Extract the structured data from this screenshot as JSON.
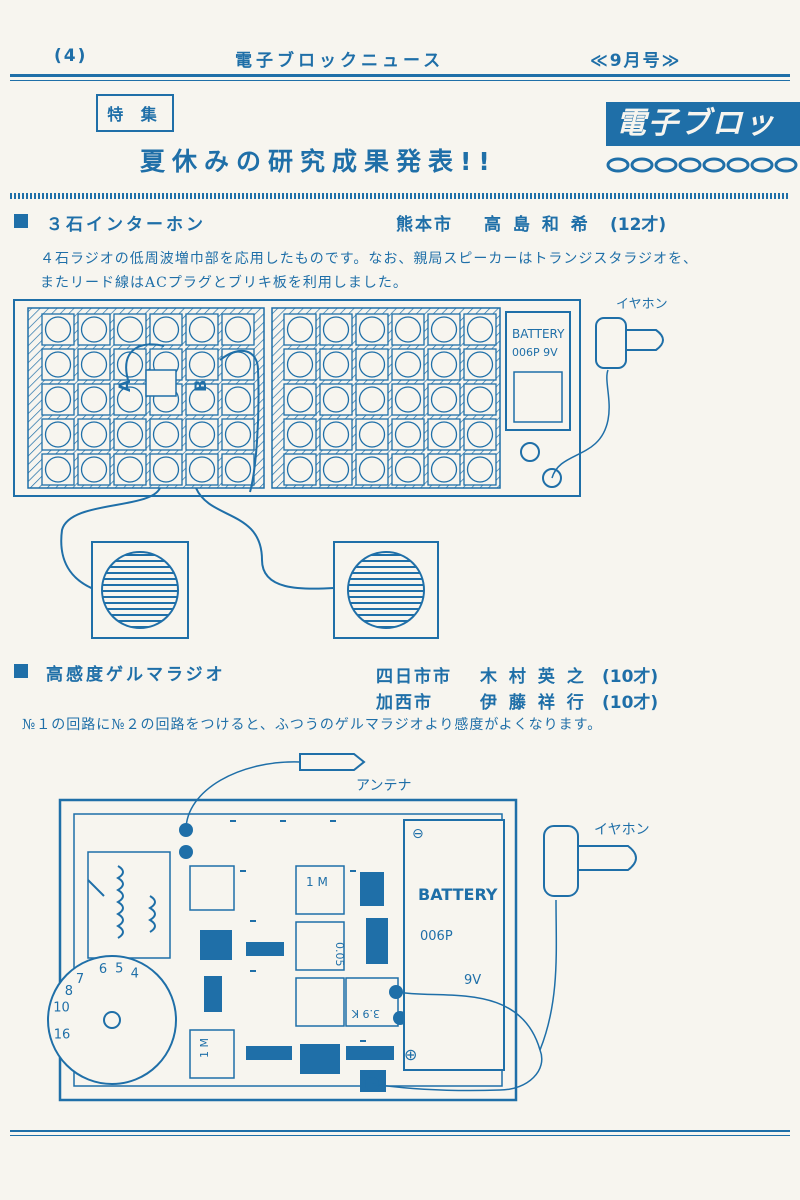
{
  "header": {
    "page_number": "(4)",
    "title": "電子ブロックニュース",
    "issue": "≪9月号≫"
  },
  "feature": {
    "tag": "特 集",
    "headline": "夏休みの研究成果発表!!",
    "brand": "電子ブロッ"
  },
  "section1": {
    "title": "３石インターホン",
    "city": "熊本市",
    "author": "高 島 和 希",
    "age": "(12才)",
    "description_line1": "４石ラジオの低周波増巾部を応用したものです。なお、親局スピーカーはトランジスタラジオを、",
    "description_line2": "またリード線はACプラグとブリキ板を利用しました。",
    "earphone_label": "イヤホン",
    "battery_label": "BATTERY",
    "battery_spec": "006P 9V",
    "switch_a": "A",
    "switch_b": "B"
  },
  "section2": {
    "title": "高感度ゲルマラジオ",
    "authors": [
      {
        "city": "四日市市",
        "name": "木 村 英 之",
        "age": "(10才)"
      },
      {
        "city": "加西市",
        "name": "伊 藤 祥 行",
        "age": "(10才)"
      }
    ],
    "description": "№１の回路に№２の回路をつけると、ふつうのゲルマラジオより感度がよくなります。",
    "antenna_label": "アンテナ",
    "earphone_label": "イヤホン",
    "battery_label": "BATTERY",
    "battery_model": "006P",
    "battery_voltage": "9V",
    "resistor_1m_a": "1 M",
    "resistor_1m_b": "1 M",
    "capacitor": "0.05",
    "resistor_39k": "3.9 K",
    "minus": "⊖",
    "plus": "⊕",
    "dial_labels": [
      "4",
      "5",
      "6",
      "7",
      "8",
      "10",
      "16"
    ]
  }
}
